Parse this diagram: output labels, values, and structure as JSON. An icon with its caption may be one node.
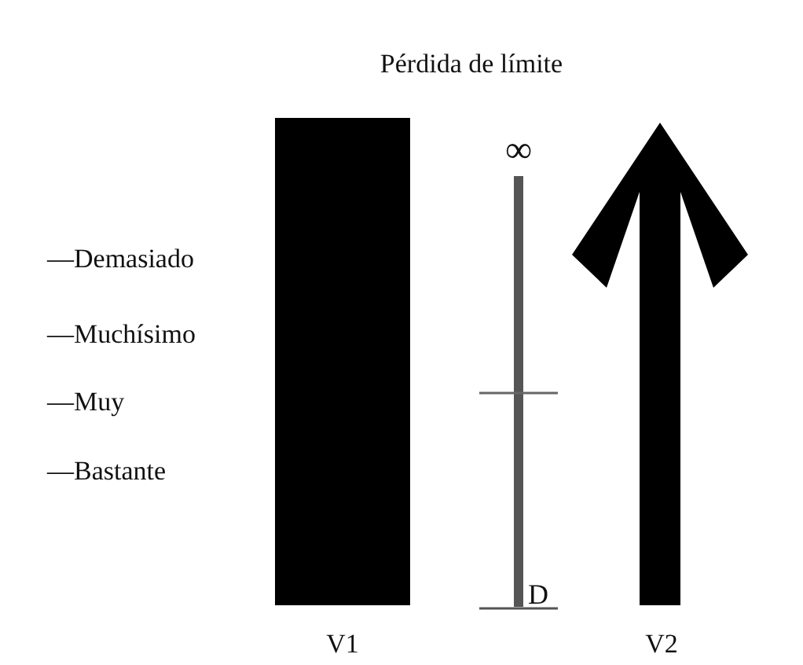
{
  "diagram": {
    "title": "Pérdida de límite",
    "nodes": [
      {
        "text": [],
        "shape": "bar"
      }
    ],
    "labels": [
      "—Demasiado",
      "—Muchísimo",
      "—Muy",
      "—Bastante",
      "∞",
      "D",
      "V1",
      "V2"
    ]
  }
}
